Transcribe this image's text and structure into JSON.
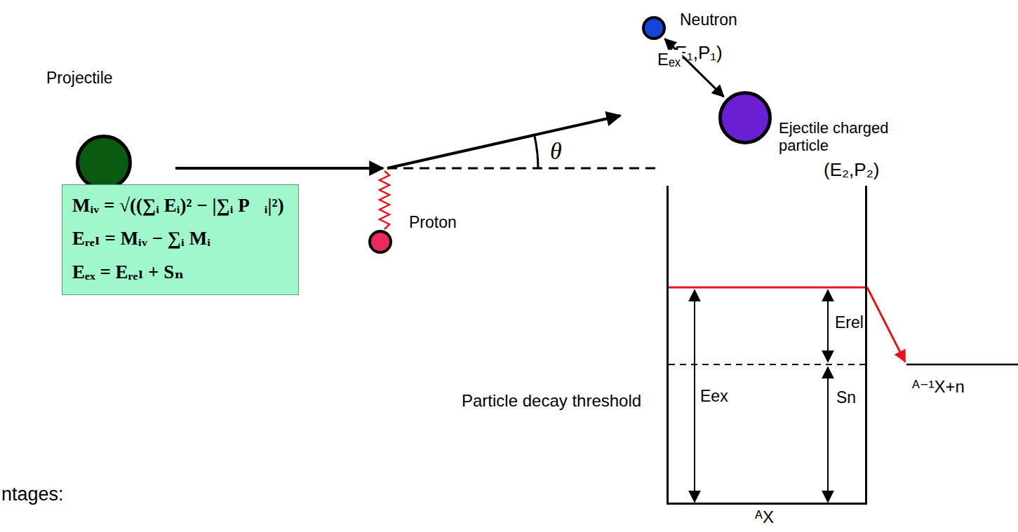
{
  "diagram": {
    "nodes": [
      {
        "text": [
          "Projectile"
        ]
      },
      {
        "text": [
          "Proton"
        ]
      },
      {
        "text": [
          "Neutron",
          "(E₁,P₁)"
        ]
      },
      {
        "text": [
          "Ejectile charged particle",
          "(E₂,P₂)"
        ]
      },
      {
        "text": [
          "Mᵢᵥ = √((∑ᵢ Eᵢ)² − |∑ᵢ P⃗ᵢ|²)",
          "Eᵣₑₗ = Mᵢᵥ − ∑ᵢ Mᵢ",
          "Eₑₓ = Eᵣₑₗ + Sₙ"
        ]
      },
      {
        "text": [
          "ᴬX"
        ]
      }
    ],
    "edges": [
      {
        "from": 2,
        "to": 3,
        "label": "Eₑₓ",
        "arrow": "both"
      }
    ],
    "labels": [
      "θ",
      "Eex",
      "Erel",
      "Sn",
      "Particle decay threshold",
      "ᴬ⁻¹X+n",
      "ntages:"
    ]
  }
}
